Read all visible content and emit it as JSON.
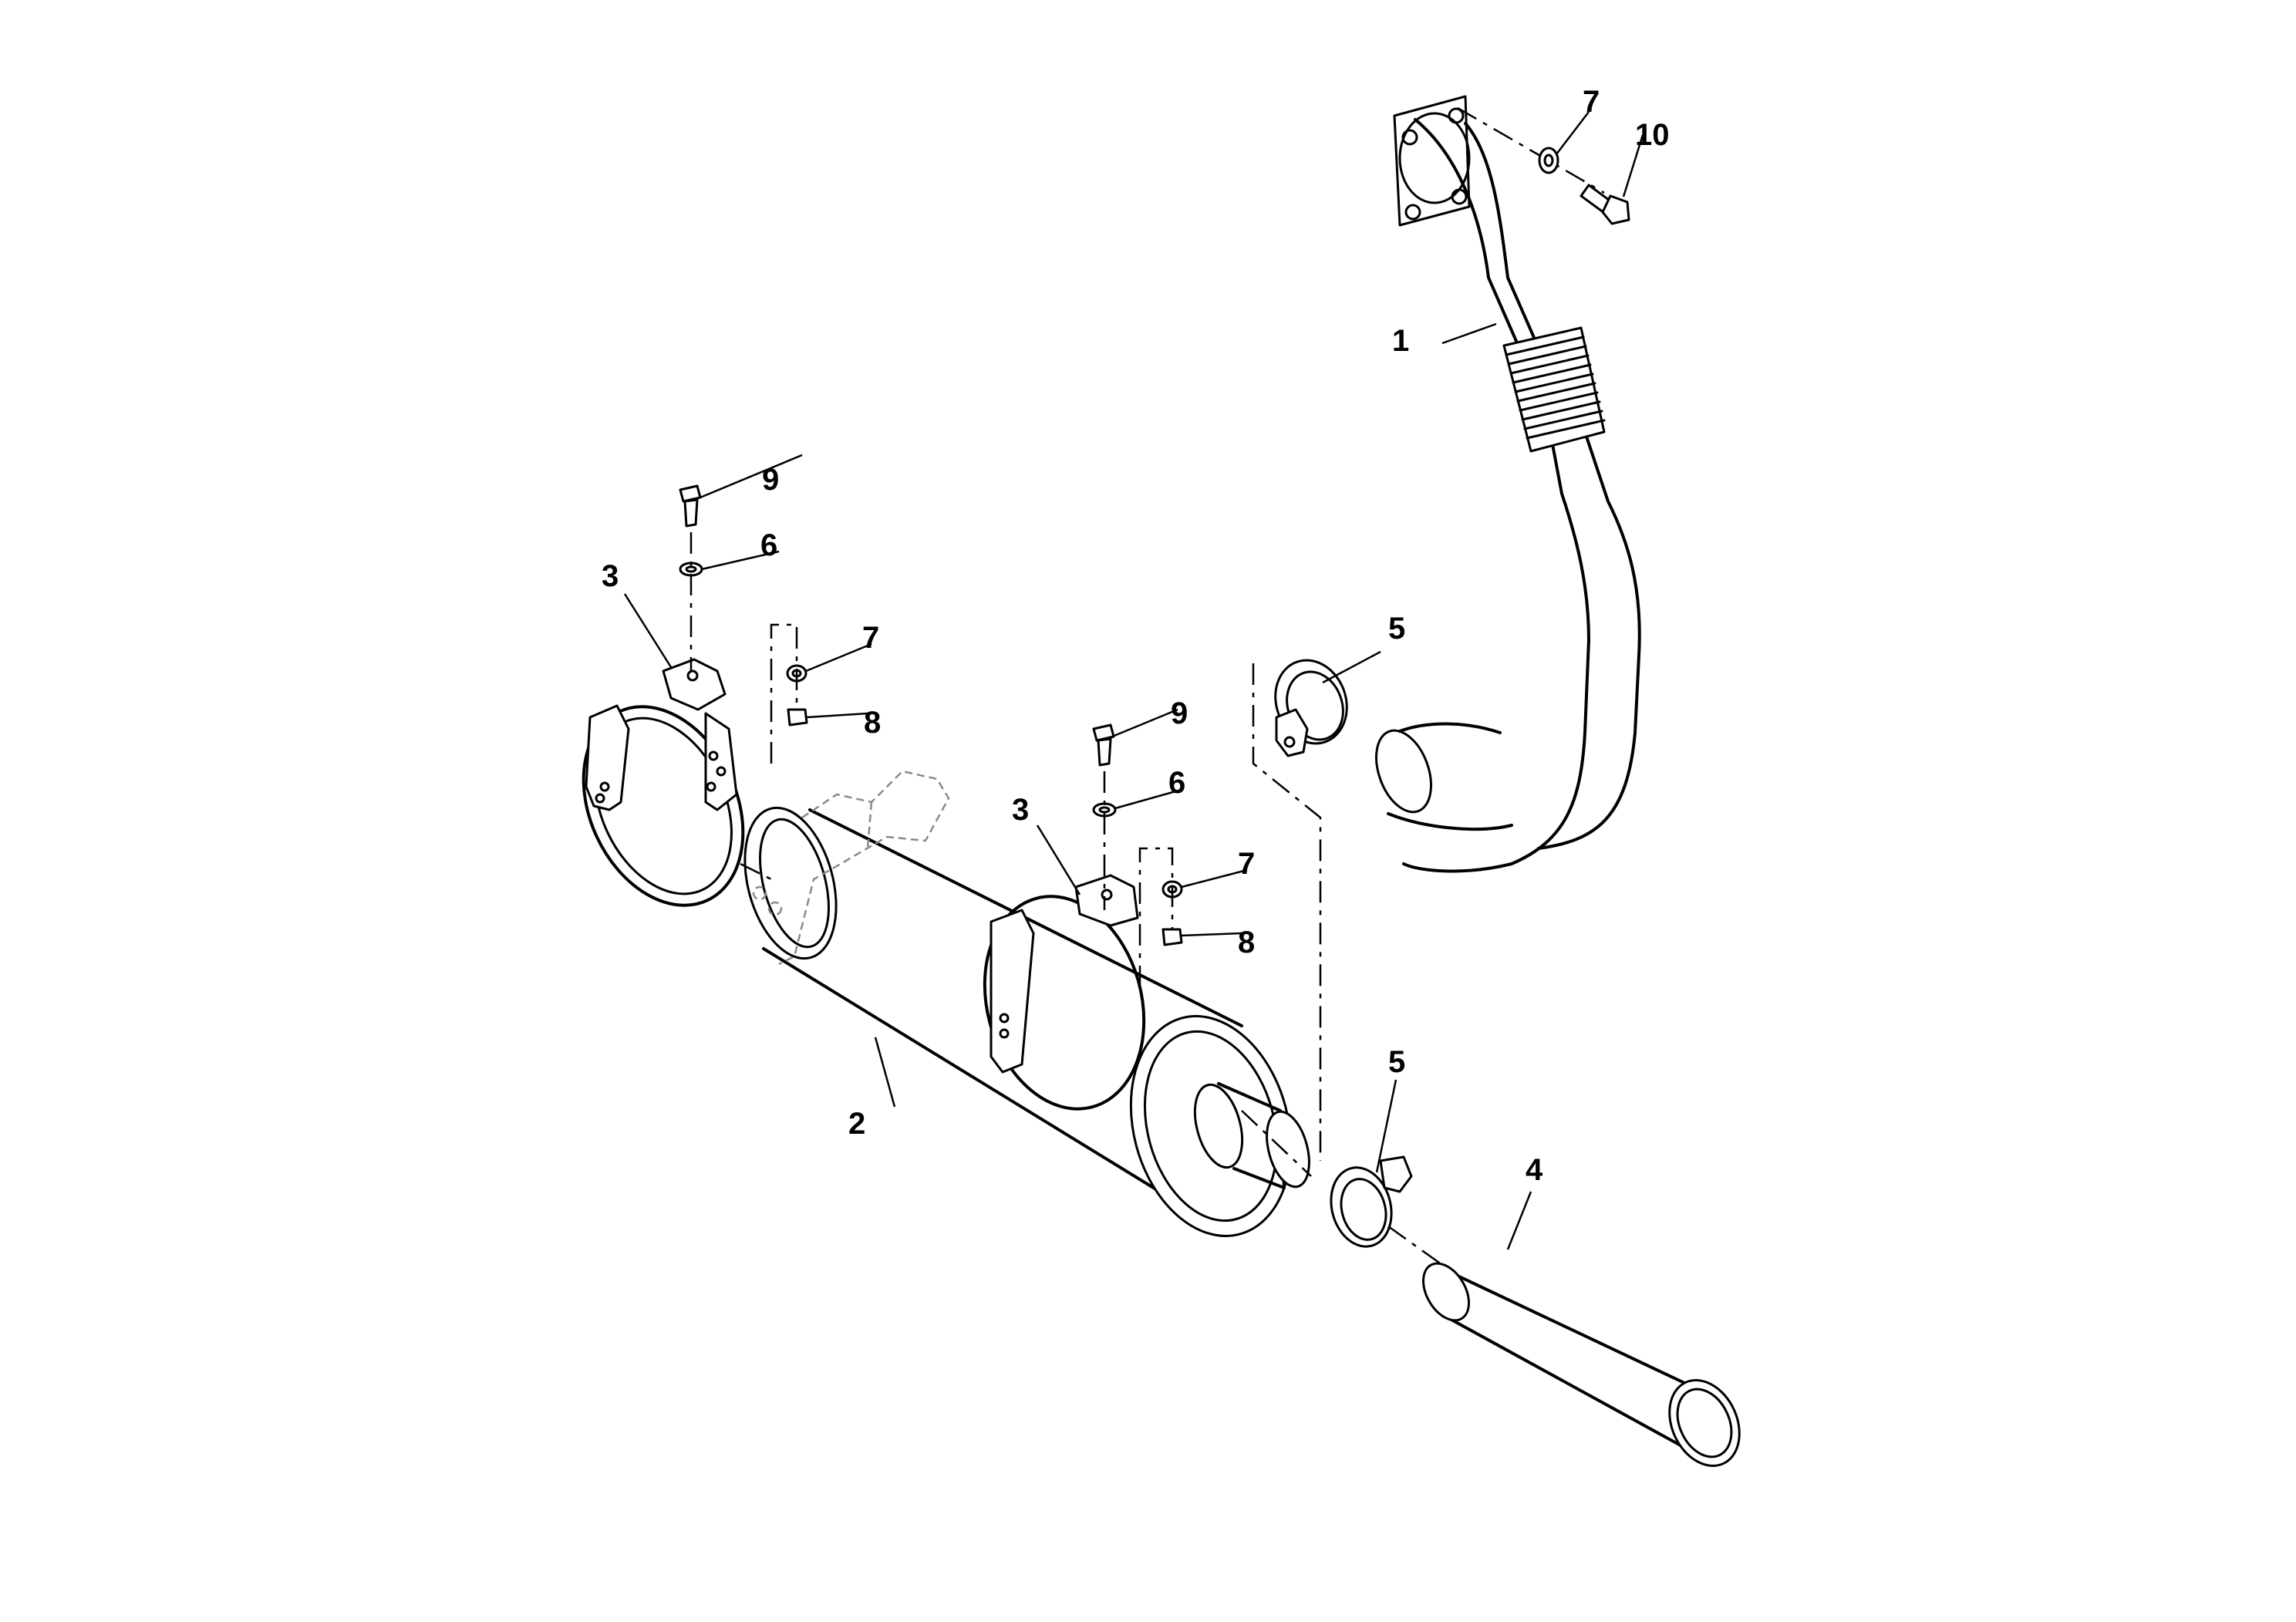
{
  "callouts": {
    "pipe_upper": "1",
    "muffler": "2",
    "clamp_left": "3",
    "clamp_right": "3",
    "tail_pipe": "4",
    "hose_clamp_upper": "5",
    "hose_clamp_lower": "5",
    "washer_left_top": "6",
    "washer_right_top": "6",
    "washer_left_side": "7",
    "washer_right_side": "7",
    "washer_flange": "7",
    "nut_left": "8",
    "nut_right": "8",
    "bolt_left": "9",
    "bolt_right": "9",
    "bolt_flange": "10"
  }
}
